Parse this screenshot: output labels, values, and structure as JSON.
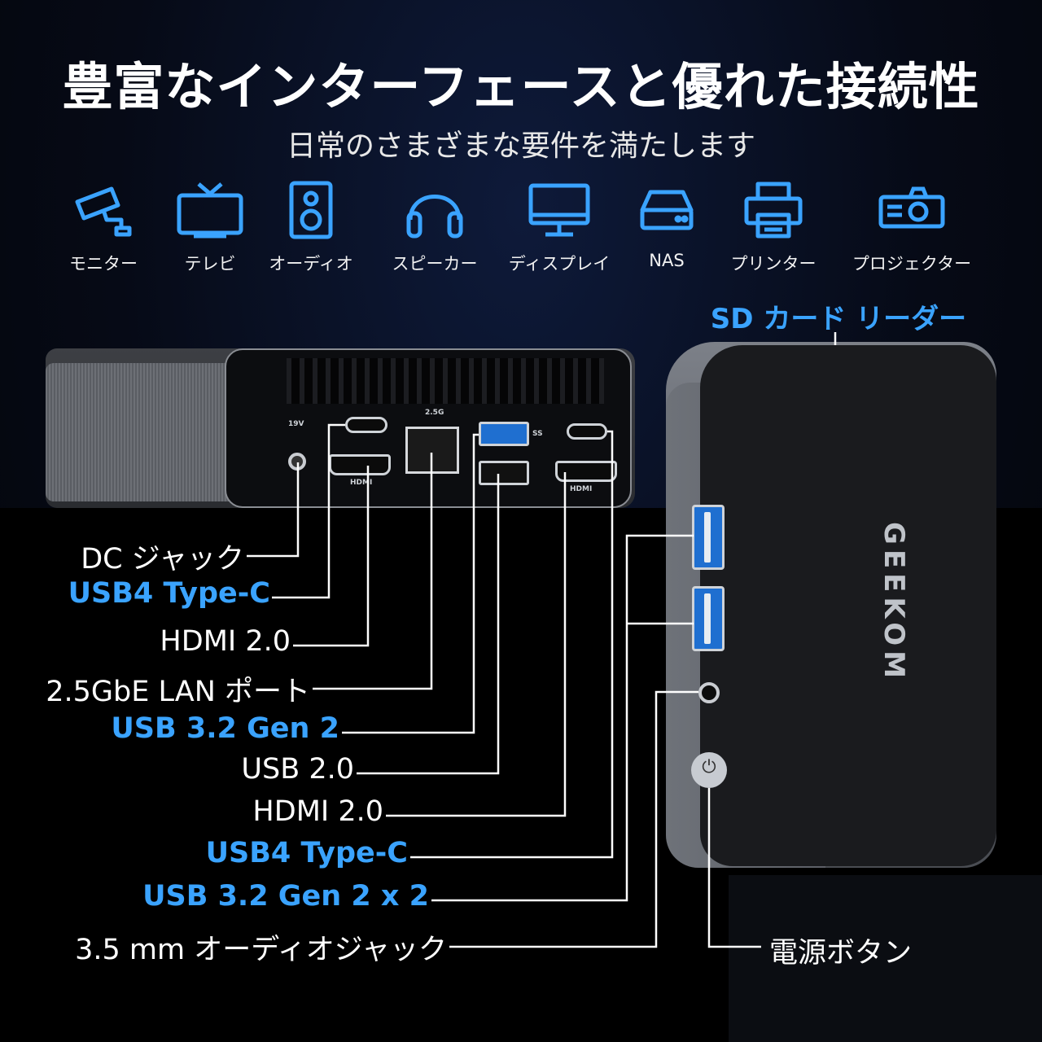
{
  "title": "豊富なインターフェースと優れた接続性",
  "subtitle": "日常のさまざまな要件を満たします",
  "icons": [
    {
      "label": "モニター",
      "icon": "security-camera-icon"
    },
    {
      "label": "テレビ",
      "icon": "tv-icon"
    },
    {
      "label": "オーディオ",
      "icon": "speaker-box-icon"
    },
    {
      "label": "スピーカー",
      "icon": "headphones-icon"
    },
    {
      "label": "ディスプレイ",
      "icon": "monitor-icon"
    },
    {
      "label": "NAS",
      "icon": "nas-drive-icon"
    },
    {
      "label": "プリンター",
      "icon": "printer-icon"
    },
    {
      "label": "プロジェクター",
      "icon": "projector-icon"
    }
  ],
  "sd_card_label": "SD カード リーダー",
  "rear_callouts": [
    {
      "label": "DC ジャック",
      "style": "white"
    },
    {
      "label": "USB4 Type-C",
      "style": "blue"
    },
    {
      "label": "HDMI 2.0",
      "style": "white"
    },
    {
      "label": "2.5GbE LAN ポート",
      "style": "white"
    },
    {
      "label": "USB 3.2 Gen 2",
      "style": "blue"
    },
    {
      "label": "USB 2.0",
      "style": "white"
    },
    {
      "label": "HDMI 2.0",
      "style": "white"
    },
    {
      "label": "USB4 Type-C",
      "style": "blue"
    },
    {
      "label": "USB 3.2 Gen 2 x 2",
      "style": "blue"
    },
    {
      "label": "3.5 mm オーディオジャック",
      "style": "white"
    }
  ],
  "power_label": "電源ボタン",
  "brand": "GEEKOM",
  "port_marks": {
    "dc": "19V",
    "hdmi": "HDMI",
    "lan": "2.5G",
    "usb": "SS"
  },
  "colors": {
    "accent_blue": "#3aa3ff",
    "usb3_port": "#1f6fd0",
    "background": "#060a16"
  }
}
